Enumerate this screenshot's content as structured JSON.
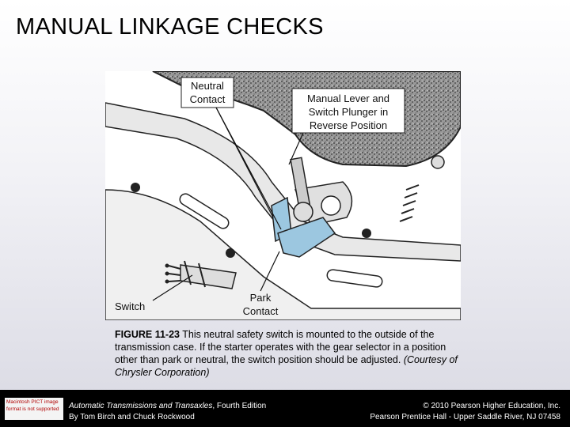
{
  "slide": {
    "title": "MANUAL LINKAGE CHECKS"
  },
  "figure": {
    "labels": {
      "neutral_line1": "Neutral",
      "neutral_line2": "Contact",
      "manual_line1": "Manual Lever and",
      "manual_line2": "Switch Plunger in",
      "manual_line3": "Reverse Position",
      "switch": "Switch",
      "park_line1": "Park",
      "park_line2": "Contact"
    }
  },
  "caption": {
    "figure_number": "FIGURE 11-23",
    "text": " This neutral safety switch is mounted to the outside of the transmission case. If the starter operates with the gear selector in a position other than park or neutral, the switch position should be adjusted. ",
    "courtesy": "(Courtesy of Chrysler Corporation)"
  },
  "footer": {
    "badge_text": "Macintosh PICT image format is not supported",
    "book_title": "Automatic Transmissions and Transaxles",
    "edition": ", Fourth Edition",
    "authors": "By Tom Birch and Chuck Rockwood",
    "copyright": "© 2010 Pearson Higher Education, Inc.",
    "publisher": "Pearson Prentice Hall - Upper Saddle River, NJ 07458"
  }
}
